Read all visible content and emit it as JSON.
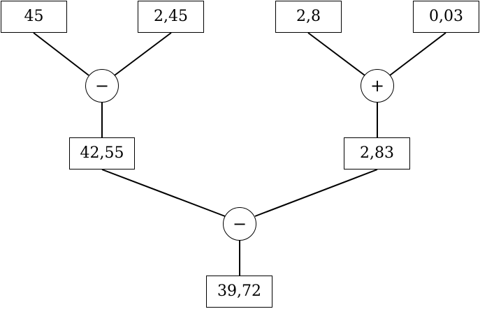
{
  "top_row": {
    "a": "45",
    "b": "2,45",
    "c": "2,8",
    "d": "0,03"
  },
  "operators": {
    "left": "−",
    "right": "+",
    "bottom": "−"
  },
  "middle_row": {
    "left_result": "42,55",
    "right_result": "2,83"
  },
  "final_result": "39,72"
}
